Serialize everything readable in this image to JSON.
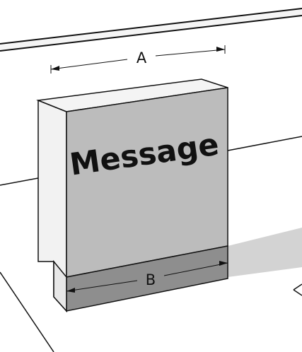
{
  "sign": {
    "message": "Message"
  },
  "dimensions": {
    "width_label": "A",
    "base_label": "B"
  },
  "colors": {
    "background": "#ffffff",
    "sign_face": "#bcbcbc",
    "sign_side": "#f2f2f2",
    "sign_top": "#f4f4f4",
    "base_band": "#8e8e8e",
    "shadow": "#d3d3d3",
    "line": "#111111"
  }
}
